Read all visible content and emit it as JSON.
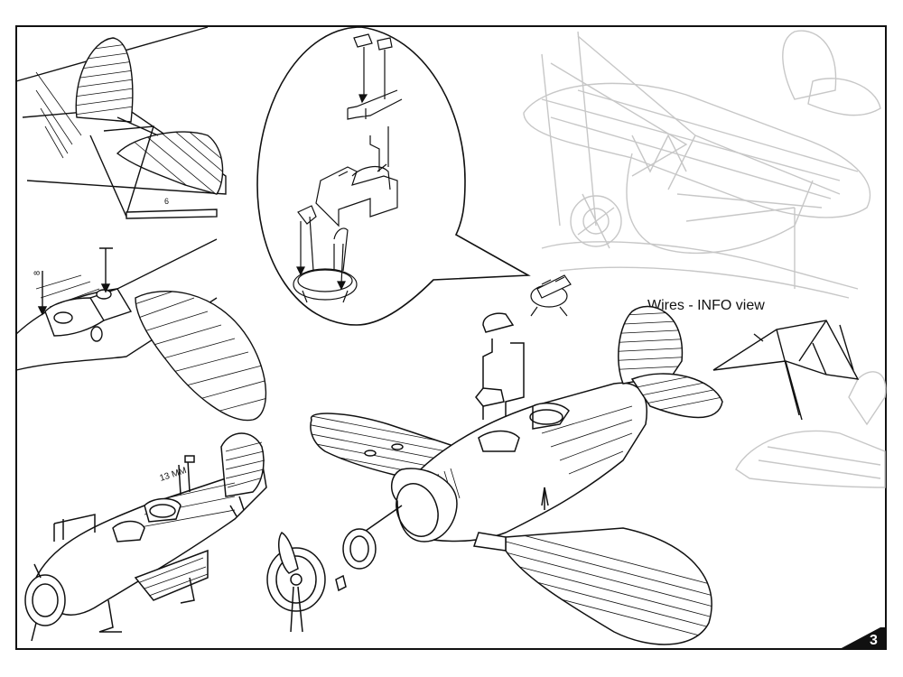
{
  "sheet": {
    "page_number": "3",
    "colors": {
      "ink": "#111111",
      "ghost": "#c7c7c7",
      "paper": "#ffffff"
    }
  },
  "callouts": {
    "wires_info": "Wires - INFO view",
    "top_left_dim": "6",
    "left_part_no": "8",
    "gun_length": "13 MM"
  }
}
